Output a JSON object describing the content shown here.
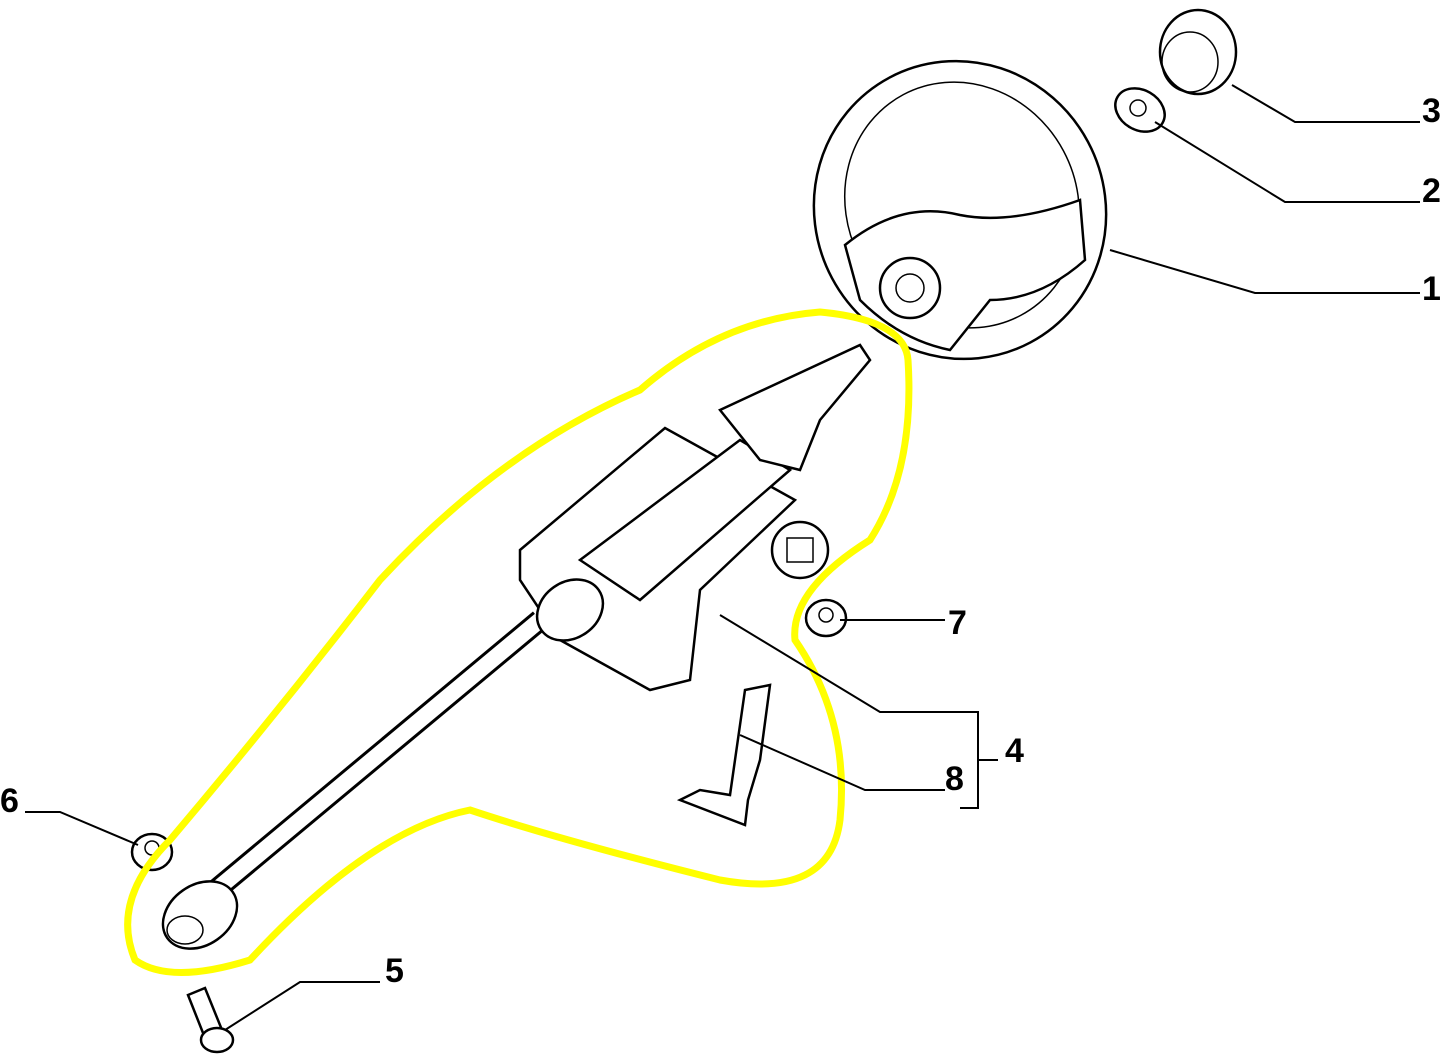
{
  "diagram": {
    "type": "exploded parts diagram",
    "highlight_color": "#ffff00",
    "callouts": [
      {
        "id": "callout-1",
        "label": "1",
        "part": "steering-wheel"
      },
      {
        "id": "callout-2",
        "label": "2",
        "part": "nut"
      },
      {
        "id": "callout-3",
        "label": "3",
        "part": "cap"
      },
      {
        "id": "callout-4",
        "label": "4",
        "part": "steering-column"
      },
      {
        "id": "callout-5",
        "label": "5",
        "part": "bolt"
      },
      {
        "id": "callout-6",
        "label": "6",
        "part": "nut"
      },
      {
        "id": "callout-7",
        "label": "7",
        "part": "nut"
      },
      {
        "id": "callout-8",
        "label": "8",
        "part": "bracket"
      }
    ]
  }
}
